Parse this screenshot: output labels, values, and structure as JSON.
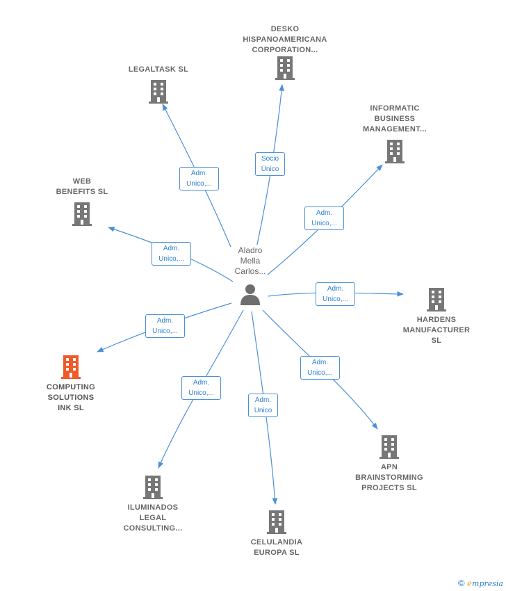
{
  "center": {
    "name": "Aladro\nMella\nCarlos...",
    "icon": "person-icon"
  },
  "nodes": [
    {
      "id": "desko",
      "label": "DESKO\nHISPANOAMERICANA\nCORPORATION...",
      "icon": "building-icon",
      "color": "#777777"
    },
    {
      "id": "legaltask",
      "label": "LEGALTASK  SL",
      "icon": "building-icon",
      "color": "#777777"
    },
    {
      "id": "informatic",
      "label": "INFORMATIC\nBUSINESS\nMANAGEMENT...",
      "icon": "building-icon",
      "color": "#777777"
    },
    {
      "id": "web",
      "label": "WEB\nBENEFITS  SL",
      "icon": "building-icon",
      "color": "#777777"
    },
    {
      "id": "hardens",
      "label": "HARDENS\nMANUFACTURER\nSL",
      "icon": "building-icon",
      "color": "#777777"
    },
    {
      "id": "computing",
      "label": "COMPUTING\nSOLUTIONS\nINK  SL",
      "icon": "building-icon",
      "color": "#f05a28"
    },
    {
      "id": "apn",
      "label": "APN\nBRAINSTORMING\nPROJECTS  SL",
      "icon": "building-icon",
      "color": "#777777"
    },
    {
      "id": "iluminados",
      "label": "ILUMINADOS\nLEGAL\nCONSULTING...",
      "icon": "building-icon",
      "color": "#777777"
    },
    {
      "id": "celulandia",
      "label": "CELULANDIA\nEUROPA  SL",
      "icon": "building-icon",
      "color": "#777777"
    }
  ],
  "edges": [
    {
      "to": "desko",
      "label": "Socio\nÚnico"
    },
    {
      "to": "legaltask",
      "label": "Adm.\nUnico,..."
    },
    {
      "to": "informatic",
      "label": "Adm.\nUnico,..."
    },
    {
      "to": "web",
      "label": "Adm.\nUnico,..."
    },
    {
      "to": "hardens",
      "label": "Adm.\nUnico,..."
    },
    {
      "to": "computing",
      "label": "Adm.\nUnico,..."
    },
    {
      "to": "apn",
      "label": "Adm.\nUnico,..."
    },
    {
      "to": "iluminados",
      "label": "Adm.\nUnico,..."
    },
    {
      "to": "celulandia",
      "label": "Adm.\nUnico"
    }
  ],
  "footer": {
    "copyright": "©",
    "brand_initial": "e",
    "brand": "mpresia"
  },
  "colors": {
    "edge": "#4a90d9",
    "node": "#777777",
    "highlight": "#f05a28"
  }
}
